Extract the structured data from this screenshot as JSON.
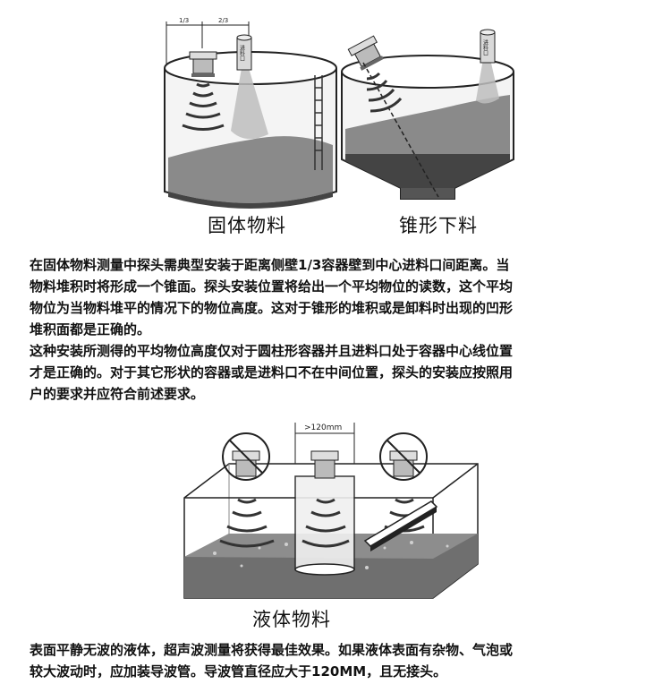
{
  "figure1": {
    "left_caption": "固体物料",
    "right_caption": "锥形下料",
    "dim_left": "1/3",
    "dim_right": "2/3",
    "inlet_label_a": "进料口",
    "inlet_label_b": "进料口"
  },
  "paragraph1": {
    "lines": [
      "在固体物料测量中探头需典型安装于距离侧壁1/3容器壁到中心进料口间距离。当",
      "物料堆积时将形成一个锥面。探头安装位置将给出一个平均物位的读数，这个平均",
      "物位为当物料堆平的情况下的物位高度。这对于锥形的堆积或是卸料时出现的凹形",
      "堆积面都是正确的。",
      "这种安装所测得的平均物位高度仅对于圆柱形容器并且进料口处于容器中心线位置",
      "才是正确的。对于其它形状的容器或是进料口不在中间位置，探头的安装应按照用",
      "户的要求并应符合前述要求。"
    ]
  },
  "figure2": {
    "dimension": ">120mm",
    "caption": "液体物料"
  },
  "paragraph2": {
    "lines": [
      "表面平静无波的液体，超声波测量将获得最佳效果。如果液体表面有杂物、气泡或",
      "较大波动时，应加装导波管。导波管直径应大于120MM，且无接头。"
    ]
  }
}
